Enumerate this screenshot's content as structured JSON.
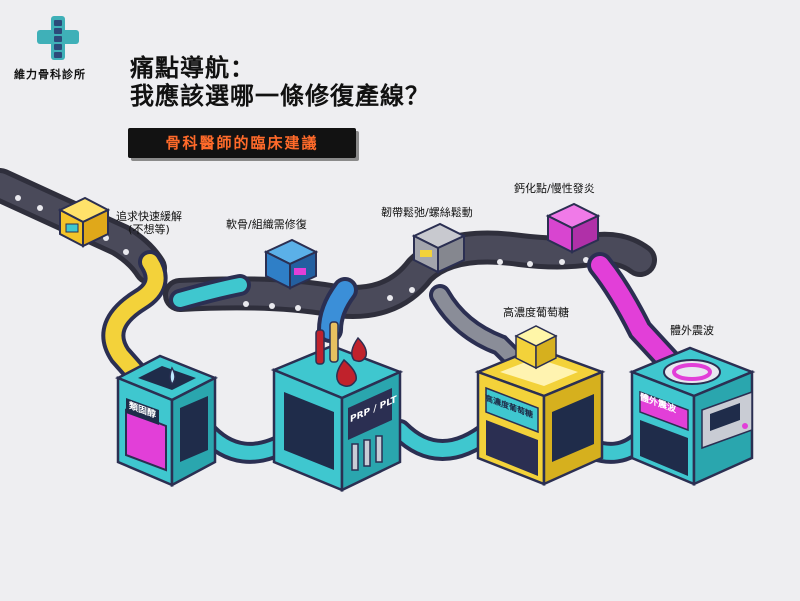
{
  "clinic": {
    "name": "維力骨科診所"
  },
  "title": {
    "line1": "痛點導航：",
    "line2": "我應該選哪一條修復產線？"
  },
  "banner": {
    "text": "骨科醫師的臨床建議"
  },
  "boxes": {
    "quick_relief": "追求快速緩解",
    "quick_relief_sub": "(不想等)",
    "cartilage": "軟骨/組織需修復",
    "ligament": "韌帶鬆弛/螺絲鬆動",
    "calcification": "鈣化點/慢性發炎"
  },
  "stations": {
    "steroid": "類固醇",
    "prp": "PRP / PLT",
    "dextrose_top": "高濃度葡萄糖",
    "dextrose_front": "高濃度葡萄糖",
    "eswt_top": "體外震波",
    "eswt_front": "體外震波"
  },
  "colors": {
    "cyan": "#3fc7cf",
    "magenta": "#e23fd8",
    "yellow": "#f3d23a",
    "navy": "#2b2f52",
    "belt": "#3a3a48",
    "red": "#c0222c"
  }
}
